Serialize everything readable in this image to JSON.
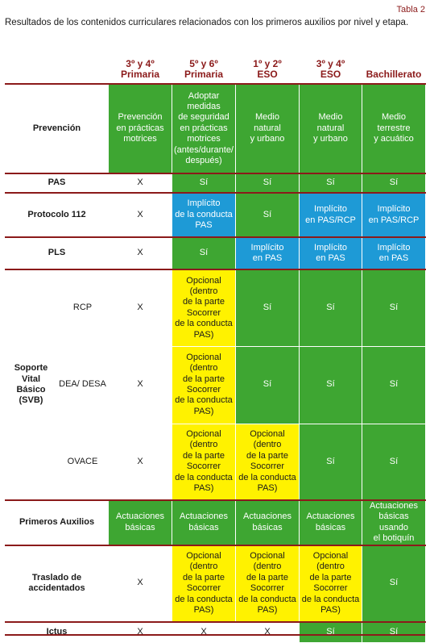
{
  "tabla_label": "Tabla 2",
  "subtitle": "Resultados de los contenidos curriculares relacionados con los primeros auxilios por nivel y etapa.",
  "headers": [
    "3º y 4º\nPrimaria",
    "5º y 6º\nPrimaria",
    "1º y 2º\nESO",
    "3º y 4º\nESO",
    "Bachillerato"
  ],
  "rows": [
    {
      "label": "Prevención",
      "cells": [
        "Prevención\nen prácticas\nmotrices",
        "Adoptar\nmedidas\nde seguridad\nen prácticas\nmotrices\n(antes/durante/\ndespués)",
        "Medio\nnatural\ny urbano",
        "Medio\nnatural\ny urbano",
        "Medio\nterrestre\ny acuático"
      ]
    },
    {
      "label": "PAS",
      "cells": [
        "X",
        "Sí",
        "Sí",
        "Sí",
        "Sí"
      ]
    },
    {
      "label": "Protocolo 112",
      "cells": [
        "X",
        "Implícito\nde la conducta\nPAS",
        "Sí",
        "Implícito\nen PAS/RCP",
        "Implícito\nen PAS/RCP"
      ]
    },
    {
      "label": "PLS",
      "cells": [
        "X",
        "Sí",
        "Implícito\nen PAS",
        "Implícito\nen PAS",
        "Implícito\nen PAS"
      ]
    },
    {
      "group_label": "Soporte\nVital\nBásico\n(SVB)",
      "label": "RCP",
      "cells": [
        "X",
        "Opcional\n(dentro\nde la parte\nSocorrer\nde la conducta\nPAS)",
        "Sí",
        "Sí",
        "Sí"
      ]
    },
    {
      "label": "DEA/ DESA",
      "cells": [
        "X",
        "Opcional\n(dentro\nde la parte\nSocorrer\nde la conducta\nPAS)",
        "Sí",
        "Sí",
        "Sí"
      ]
    },
    {
      "label": "OVACE",
      "cells": [
        "X",
        "Opcional\n(dentro\nde la parte\nSocorrer\nde la conducta\nPAS)",
        "Opcional\n(dentro\nde la parte\nSocorrer\nde la conducta\nPAS)",
        "Sí",
        "Sí"
      ]
    },
    {
      "label": "Primeros Auxilios",
      "cells": [
        "Actuaciones\nbásicas",
        "Actuaciones\nbásicas",
        "Actuaciones\nbásicas",
        "Actuaciones\nbásicas",
        "Actuaciones\nbásicas usando\nel botiquín"
      ]
    },
    {
      "label": "Traslado de accidentados",
      "cells": [
        "X",
        "Opcional\n(dentro\nde la parte\nSocorrer\nde la conducta\nPAS)",
        "Opcional\n(dentro\nde la parte\nSocorrer\nde la conducta\nPAS)",
        "Opcional\n(dentro\nde la parte\nSocorrer\nde la conducta\nPAS)",
        "Sí"
      ]
    },
    {
      "label": "Ictus",
      "cells": [
        "X",
        "X",
        "X",
        "Sí",
        "Sí"
      ]
    }
  ],
  "colors": {
    "green": "#3ea632",
    "blue": "#1e9ad6",
    "yellow": "#fff200",
    "header_red": "#8b1a1a"
  }
}
